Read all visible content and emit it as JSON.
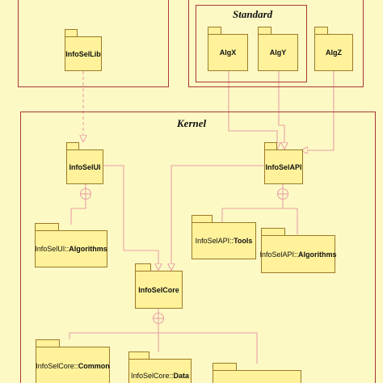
{
  "frames": {
    "standard": {
      "title": "Standard"
    },
    "kernel": {
      "title": "Kernel"
    }
  },
  "packages": {
    "infosellib": {
      "name": "InfoSelLib"
    },
    "algx": {
      "name": "AlgX"
    },
    "algy": {
      "name": "AlgY"
    },
    "algz": {
      "name": "AlgZ"
    },
    "infoselui": {
      "name": "InfoSelUI"
    },
    "infoselapi": {
      "name": "InfoSelAPI"
    },
    "infoselui_algorithms": {
      "qualifier": "InfoSelUI::",
      "name": "Algorithms"
    },
    "infoselapi_tools": {
      "qualifier": "InfoSelAPI::",
      "name": "Tools"
    },
    "infoselapi_algorithms": {
      "qualifier": "InfoSelAPI::",
      "name": "Algorithms"
    },
    "infoselcore": {
      "name": "InfoSelCore"
    },
    "infoselcore_common": {
      "qualifier": "InfoSelCore::",
      "name": "Common"
    },
    "infoselcore_data": {
      "qualifier": "InfoSelCore::",
      "name": "Data"
    },
    "bottom_package": {
      "name": ""
    }
  },
  "colors": {
    "frame_border": "#a8383a",
    "package_fill": "#fff29a",
    "package_border": "#9c7a2a",
    "connector": "#e8a0a8",
    "background": "#fdf9c4"
  }
}
